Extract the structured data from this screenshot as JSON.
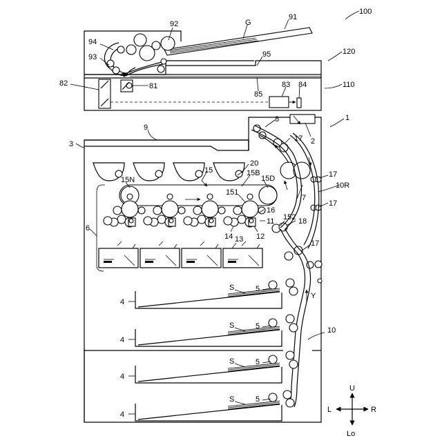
{
  "labels": {
    "n100": "100",
    "n120": "120",
    "n110": "110",
    "n1": "1",
    "n92": "92",
    "n91": "91",
    "nG": "G",
    "n94": "94",
    "n93": "93",
    "n95": "95",
    "n82": "82",
    "n81": "81",
    "n85": "85",
    "n83": "83",
    "n84": "84",
    "n8": "8",
    "n2": "2",
    "n9": "9",
    "n3": "3",
    "n17a": "17",
    "n17b": "17",
    "n17c": "17",
    "n17d": "17",
    "n20": "20",
    "n15": "15",
    "n15N": "15N",
    "n15B": "15B",
    "n15D": "15D",
    "n151": "151",
    "n7": "7",
    "n10R": "10R",
    "n16": "16",
    "n11": "11",
    "n152": "152",
    "n18": "18",
    "n6": "6",
    "n14": "14",
    "n12": "12",
    "n13": "13",
    "nY": "Y",
    "nS1": "S",
    "n5a": "5",
    "n4a": "4",
    "nS2": "S",
    "n5b": "5",
    "n4b": "4",
    "n10": "10",
    "nS3": "S",
    "n5c": "5",
    "n4c": "4",
    "nS4": "S",
    "n5d": "5",
    "n4d": "4",
    "dirU": "U",
    "dirL": "L",
    "dirR": "R",
    "dirLo": "Lo"
  }
}
